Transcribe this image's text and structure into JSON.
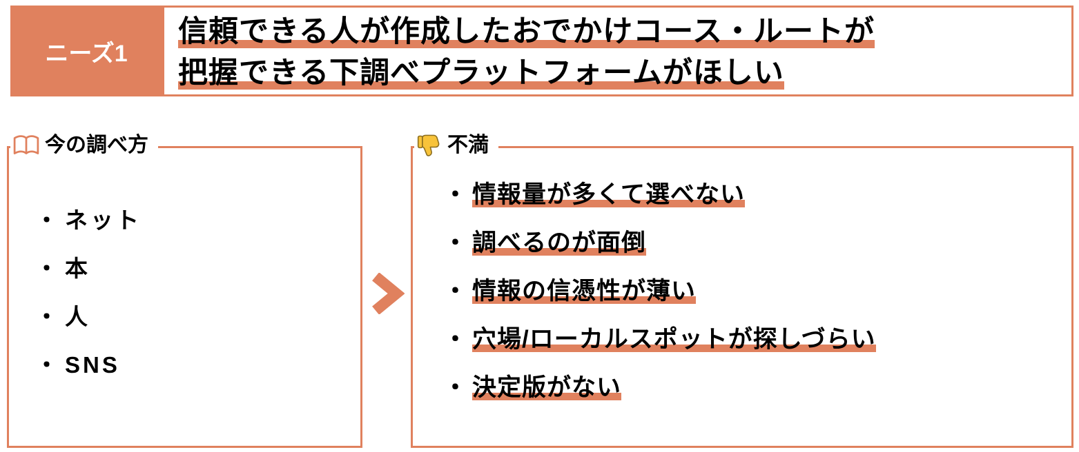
{
  "colors": {
    "accent": "#E0815E",
    "text": "#000000",
    "background": "#FFFFFF"
  },
  "header": {
    "badge_label": "ニーズ1",
    "title_lines": [
      "信頼できる人が作成したおでかけコース・ルートが",
      "把握できる下調べプラットフォームがほしい"
    ]
  },
  "left_panel": {
    "label": "今の調べ方",
    "icon": "open-book-icon",
    "bullet": "・",
    "items": [
      "ネット",
      "本",
      "人",
      "SNS"
    ]
  },
  "arrow": {
    "icon": "chevron-right-icon"
  },
  "right_panel": {
    "label": "不満",
    "icon": "thumbs-down-icon",
    "bullet": "・",
    "items": [
      "情報量が多くて選べない",
      "調べるのが面倒",
      "情報の信憑性が薄い",
      "穴場/ローカルスポットが探しづらい",
      "決定版がない"
    ]
  }
}
